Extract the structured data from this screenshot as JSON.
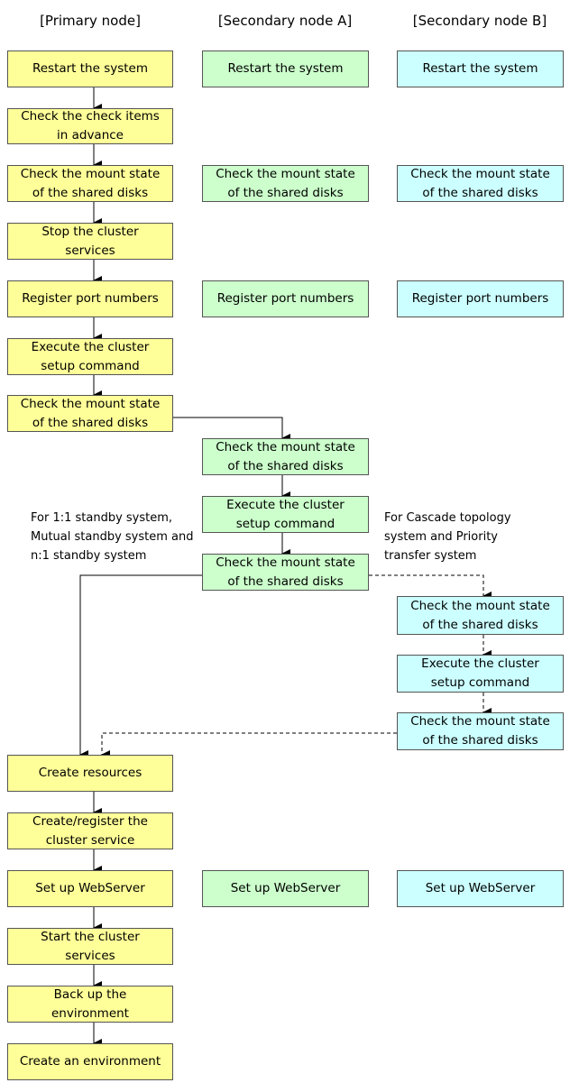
{
  "headers": {
    "primary": "[Primary node]",
    "secondary_a": "[Secondary node A]",
    "secondary_b": "[Secondary node B]"
  },
  "primary_steps": [
    "Restart the system",
    "Check the check items\nin advance",
    "Check the mount state\nof the shared disks",
    "Stop the cluster\nservices",
    "Register port numbers",
    "Execute the cluster\nsetup command",
    "Check the mount state\nof the shared disks",
    "Create resources",
    "Create/register the\ncluster service",
    "Set up WebServer",
    "Start the cluster\nservices",
    "Back up the\nenvironment",
    "Create an environment"
  ],
  "secondary_a_steps": [
    "Restart the system",
    "Check the mount state\nof the shared disks",
    "Register port numbers",
    "Check the mount state\nof the shared disks",
    "Execute the cluster\nsetup command",
    "Check the mount state\nof the shared disks",
    "Set up WebServer"
  ],
  "secondary_b_steps": [
    "Restart the system",
    "Check the mount state\nof the shared disks",
    "Register port numbers",
    "Check the mount state\nof the shared disks",
    "Execute the cluster\nsetup command",
    "Check the mount state\nof the shared disks",
    "Set up WebServer"
  ],
  "notes": {
    "standby": "For 1:1 standby system,\nMutual standby system and\nn:1 standby system",
    "cascade": "For Cascade topology\nsystem and Priority\ntransfer system"
  },
  "colors": {
    "primary": "#ffff99",
    "secondary_a": "#ccffcc",
    "secondary_b": "#ccffff"
  }
}
